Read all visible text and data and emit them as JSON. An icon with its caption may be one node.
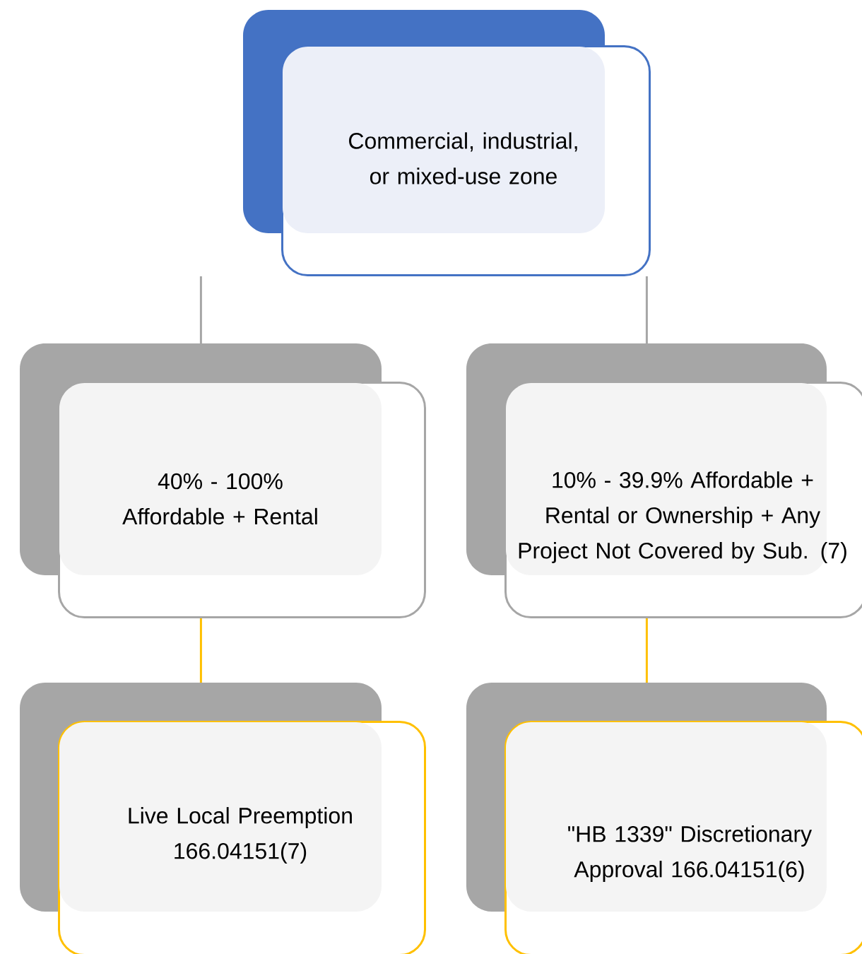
{
  "diagram": {
    "nodes": [
      {
        "text": [
          "Commercial, industrial, or mixed-use zone"
        ]
      },
      {
        "text": [
          "40% - 100% Affordable + Rental"
        ]
      },
      {
        "text": [
          "10% - 39.9% Affordable + Rental or Ownership + Any Project Not Covered by Sub. (7)"
        ]
      },
      {
        "text": [
          "Live Local Preemption 166.04151(7)"
        ]
      },
      {
        "text": [
          "\"HB 1339\" Discretionary Approval 166.04151(6)"
        ]
      }
    ],
    "edges": [
      {
        "from": 0,
        "to": 1,
        "arrow": "none"
      },
      {
        "from": 0,
        "to": 2,
        "arrow": "none"
      },
      {
        "from": 1,
        "to": 3,
        "arrow": "none",
        "color": "#ffc000"
      },
      {
        "from": 2,
        "to": 4,
        "arrow": "none",
        "color": "#ffc000"
      }
    ]
  }
}
